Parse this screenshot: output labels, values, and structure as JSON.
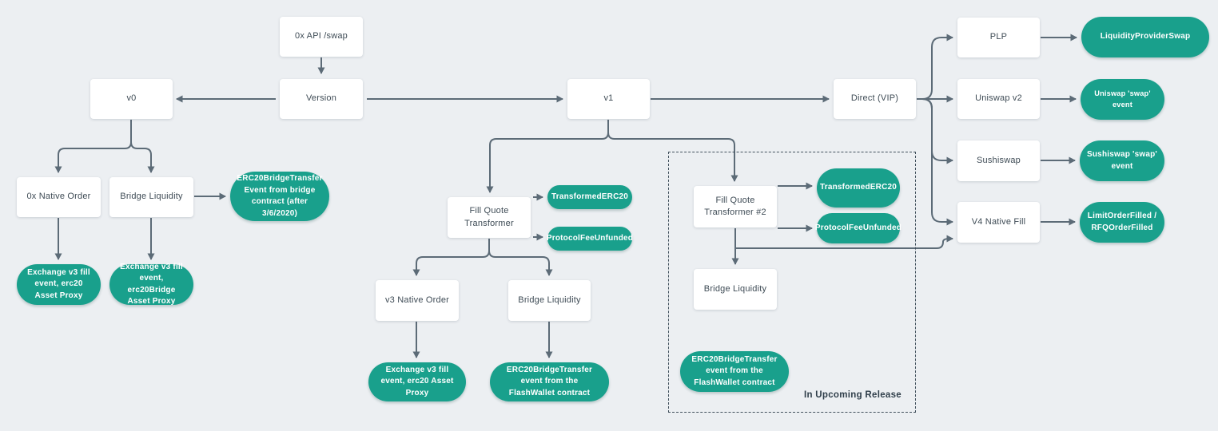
{
  "colors": {
    "background": "#ECEFF2",
    "node_fill": "#FFFFFF",
    "node_text": "#3E4B55",
    "event_fill": "#19A08C",
    "event_text": "#FFFFFF",
    "connector": "#5C6B77",
    "dashed_border": "#41505C"
  },
  "annotation": "In Upcoming Release",
  "nodes": {
    "api": {
      "label": "0x API /swap"
    },
    "version": {
      "label": "Version"
    },
    "v0": {
      "label": "v0"
    },
    "v1": {
      "label": "v1"
    },
    "direct_vip": {
      "label": "Direct (VIP)"
    },
    "native_order_v0": {
      "label": "0x Native Order"
    },
    "bridge_liquidity_v0": {
      "label": "Bridge Liquidity"
    },
    "bridge_event_v0": {
      "label": "ERC20BridgeTransfer Event from bridge contract (after 3/6/2020)"
    },
    "exchange_v3_erc20_v0": {
      "label": "Exchange v3 fill event, erc20 Asset Proxy"
    },
    "exchange_v3_erc20bridge_v0": {
      "label": "Exchange v3 fill event, erc20Bridge Asset Proxy"
    },
    "fill_quote_transformer": {
      "label": "Fill Quote Transformer"
    },
    "transformed_erc20": {
      "label": "TransformedERC20"
    },
    "protocol_fee_unfunded": {
      "label": "ProtocolFeeUnfunded"
    },
    "v3_native_order": {
      "label": "v3 Native Order"
    },
    "bridge_liquidity_v1": {
      "label": "Bridge Liquidity"
    },
    "exchange_v3_erc20_v1": {
      "label": "Exchange v3 fill event, erc20 Asset Proxy"
    },
    "flashwallet_event_v1": {
      "label": "ERC20BridgeTransfer event from the FlashWallet contract"
    },
    "fill_quote_transformer_2": {
      "label": "Fill Quote Transformer #2"
    },
    "transformed_erc20_2": {
      "label": "TransformedERC20"
    },
    "protocol_fee_unfunded_2": {
      "label": "ProtocolFeeUnfunded"
    },
    "bridge_liquidity_2": {
      "label": "Bridge Liquidity"
    },
    "flashwallet_event_2": {
      "label": "ERC20BridgeTransfer event from the FlashWallet contract"
    },
    "plp": {
      "label": "PLP"
    },
    "liquidity_provider_swap": {
      "label": "LiquidityProviderSwap"
    },
    "uniswap_v2": {
      "label": "Uniswap v2"
    },
    "uniswap_swap_event": {
      "label": "Uniswap 'swap' event"
    },
    "sushiswap": {
      "label": "Sushiswap"
    },
    "sushiswap_swap_event": {
      "label": "Sushiswap 'swap' event"
    },
    "v4_native_fill": {
      "label": "V4 Native Fill"
    },
    "limit_rfq_filled": {
      "label": "LimitOrderFilled / RFQOrderFilled"
    }
  }
}
